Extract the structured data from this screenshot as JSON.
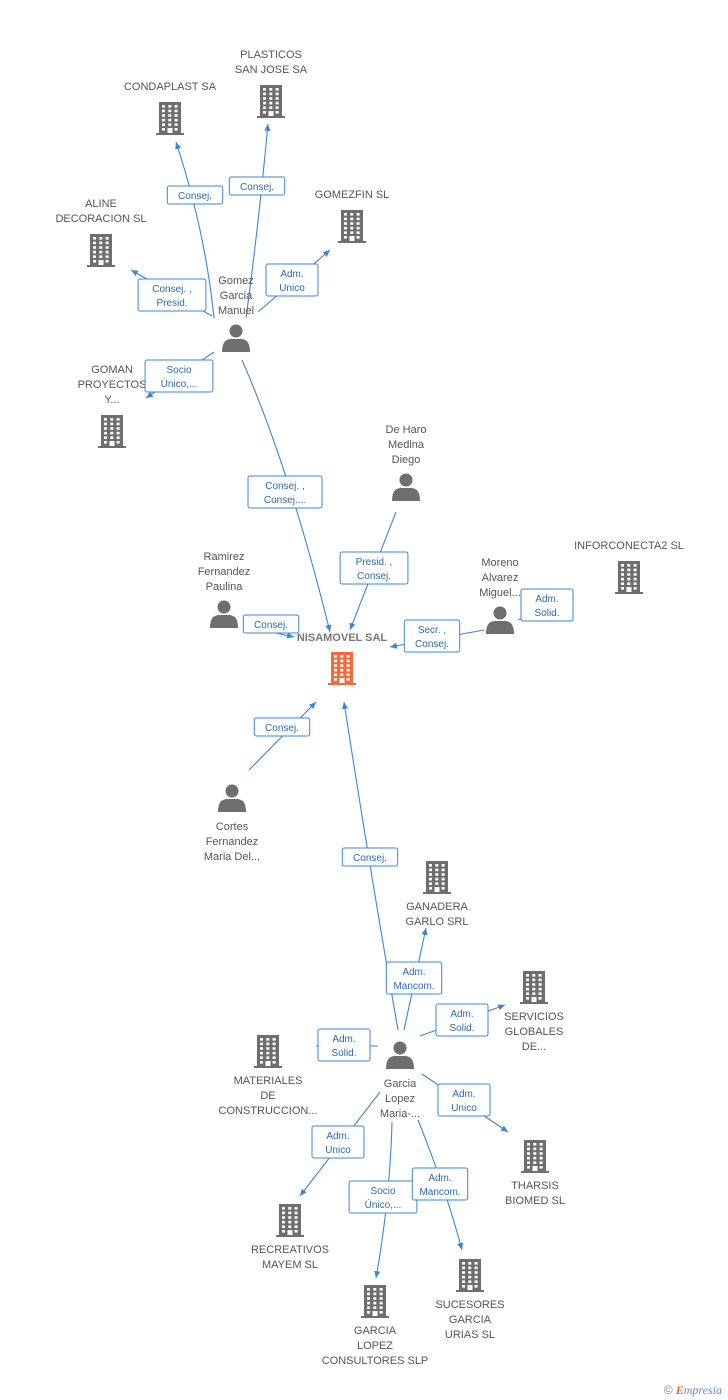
{
  "colors": {
    "edge": "#3a87d6",
    "company": "#6e6e6e",
    "center": "#f26a3d",
    "person": "#6e6e6e"
  },
  "center": {
    "name": "NISAMOVEL SAL"
  },
  "nodes": [
    {
      "id": "plasticos",
      "type": "company",
      "label": [
        "PLASTICOS",
        "SAN JOSE SA"
      ]
    },
    {
      "id": "condaplast",
      "type": "company",
      "label": [
        "CONDAPLAST SA"
      ]
    },
    {
      "id": "gomezfin",
      "type": "company",
      "label": [
        "GOMEZFIN SL"
      ]
    },
    {
      "id": "aline",
      "type": "company",
      "label": [
        "ALINE",
        "DECORACION SL"
      ]
    },
    {
      "id": "gomez",
      "type": "person",
      "label": [
        "Gomez",
        "Garcia",
        "Manuel"
      ]
    },
    {
      "id": "goman",
      "type": "company",
      "label": [
        "GOMAN",
        "PROYECTOS",
        "Y..."
      ]
    },
    {
      "id": "deharo",
      "type": "person",
      "label": [
        "De Haro",
        "Medina",
        "Diego"
      ]
    },
    {
      "id": "ramirez",
      "type": "person",
      "label": [
        "Ramirez",
        "Fernandez",
        "Paulina"
      ]
    },
    {
      "id": "moreno",
      "type": "person",
      "label": [
        "Moreno",
        "Alvarez",
        "Miguel..."
      ]
    },
    {
      "id": "inforconecta",
      "type": "company",
      "label": [
        "INFORCONECTA2 SL"
      ]
    },
    {
      "id": "cortes",
      "type": "person",
      "label": [
        "Cortes",
        "Fernandez",
        "Maria Del..."
      ]
    },
    {
      "id": "ganadera",
      "type": "company",
      "label": [
        "GANADERA",
        "GARLO SRL"
      ]
    },
    {
      "id": "servicios",
      "type": "company",
      "label": [
        "SERVICIOS",
        "GLOBALES",
        "DE..."
      ]
    },
    {
      "id": "garcia",
      "type": "person",
      "label": [
        "Garcia",
        "Lopez",
        "Maria-..."
      ]
    },
    {
      "id": "materiales",
      "type": "company",
      "label": [
        "MATERIALES",
        "DE",
        "CONSTRUCCION..."
      ]
    },
    {
      "id": "tharsis",
      "type": "company",
      "label": [
        "THARSIS",
        "BIOMED SL"
      ]
    },
    {
      "id": "recreativos",
      "type": "company",
      "label": [
        "RECREATIVOS",
        "MAYEM SL"
      ]
    },
    {
      "id": "sucesores",
      "type": "company",
      "label": [
        "SUCESORES",
        "GARCIA",
        "URIAS SL"
      ]
    },
    {
      "id": "garcialopez",
      "type": "company",
      "label": [
        "GARCIA",
        "LOPEZ",
        "CONSULTORES SLP"
      ]
    }
  ],
  "edges": [
    {
      "from": "gomez",
      "to": "condaplast",
      "label": [
        "Consej."
      ]
    },
    {
      "from": "gomez",
      "to": "plasticos",
      "label": [
        "Consej."
      ]
    },
    {
      "from": "gomez",
      "to": "gomezfin",
      "label": [
        "Adm.",
        "Unico"
      ]
    },
    {
      "from": "gomez",
      "to": "aline",
      "label": [
        "Consej. ,",
        "Presid."
      ]
    },
    {
      "from": "gomez",
      "to": "goman",
      "label": [
        "Socio",
        "Único,..."
      ]
    },
    {
      "from": "gomez",
      "to": "center",
      "label": [
        "Consej. ,",
        "Consej...."
      ]
    },
    {
      "from": "deharo",
      "to": "center",
      "label": [
        "Presid. ,",
        "Consej."
      ]
    },
    {
      "from": "ramirez",
      "to": "center",
      "label": [
        "Consej."
      ]
    },
    {
      "from": "moreno",
      "to": "center",
      "label": [
        "Secr. ,",
        "Consej."
      ]
    },
    {
      "from": "moreno",
      "to": "inforconecta",
      "label": [
        "Adm.",
        "Solid."
      ]
    },
    {
      "from": "cortes",
      "to": "center",
      "label": [
        "Consej."
      ]
    },
    {
      "from": "garcia",
      "to": "center",
      "label": [
        "Consej."
      ]
    },
    {
      "from": "garcia",
      "to": "ganadera",
      "label": [
        "Adm.",
        "Mancom."
      ]
    },
    {
      "from": "garcia",
      "to": "servicios",
      "label": [
        "Adm.",
        "Solid."
      ]
    },
    {
      "from": "garcia",
      "to": "materiales",
      "label": [
        "Adm.",
        "Solid."
      ]
    },
    {
      "from": "garcia",
      "to": "tharsis",
      "label": [
        "Adm.",
        "Unico"
      ]
    },
    {
      "from": "garcia",
      "to": "recreativos",
      "label": [
        "Adm.",
        "Unico"
      ]
    },
    {
      "from": "garcia",
      "to": "garcialopez",
      "label": [
        "Socio",
        "Único,..."
      ]
    },
    {
      "from": "garcia",
      "to": "sucesores",
      "label": [
        "Adm.",
        "Mancom."
      ]
    }
  ],
  "footer": {
    "copyright": "©",
    "brand_initial": "E",
    "brand_rest": "mpresia"
  }
}
